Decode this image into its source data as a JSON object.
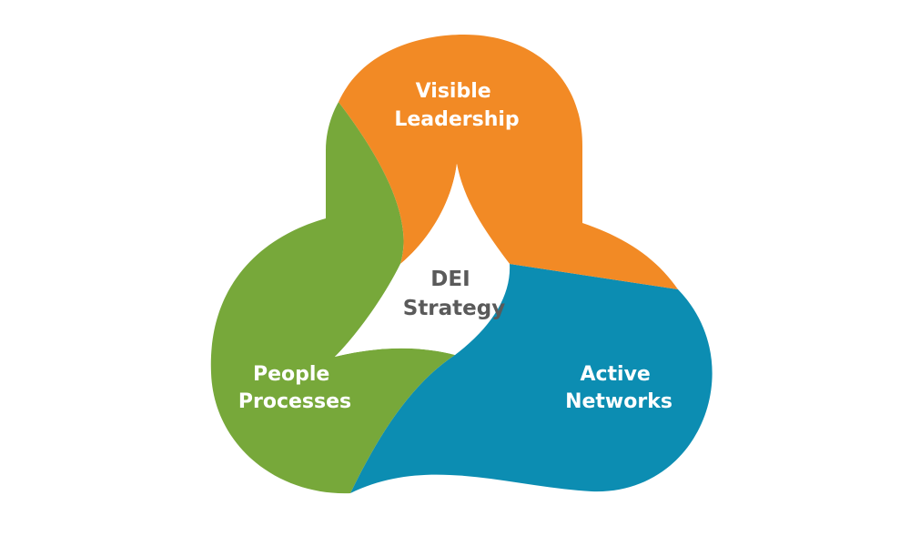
{
  "diagram": {
    "center": {
      "line1": "DEI",
      "line2": "Strategy"
    },
    "segments": [
      {
        "id": "top",
        "line1": "Visible",
        "line2": "Leadership",
        "color": "#F28A25"
      },
      {
        "id": "left",
        "line1": "People",
        "line2": "Processes",
        "color": "#77A83A"
      },
      {
        "id": "right",
        "line1": "Active",
        "line2": "Networks",
        "color": "#0C8DB2"
      }
    ],
    "background": "#FFFFFF"
  }
}
